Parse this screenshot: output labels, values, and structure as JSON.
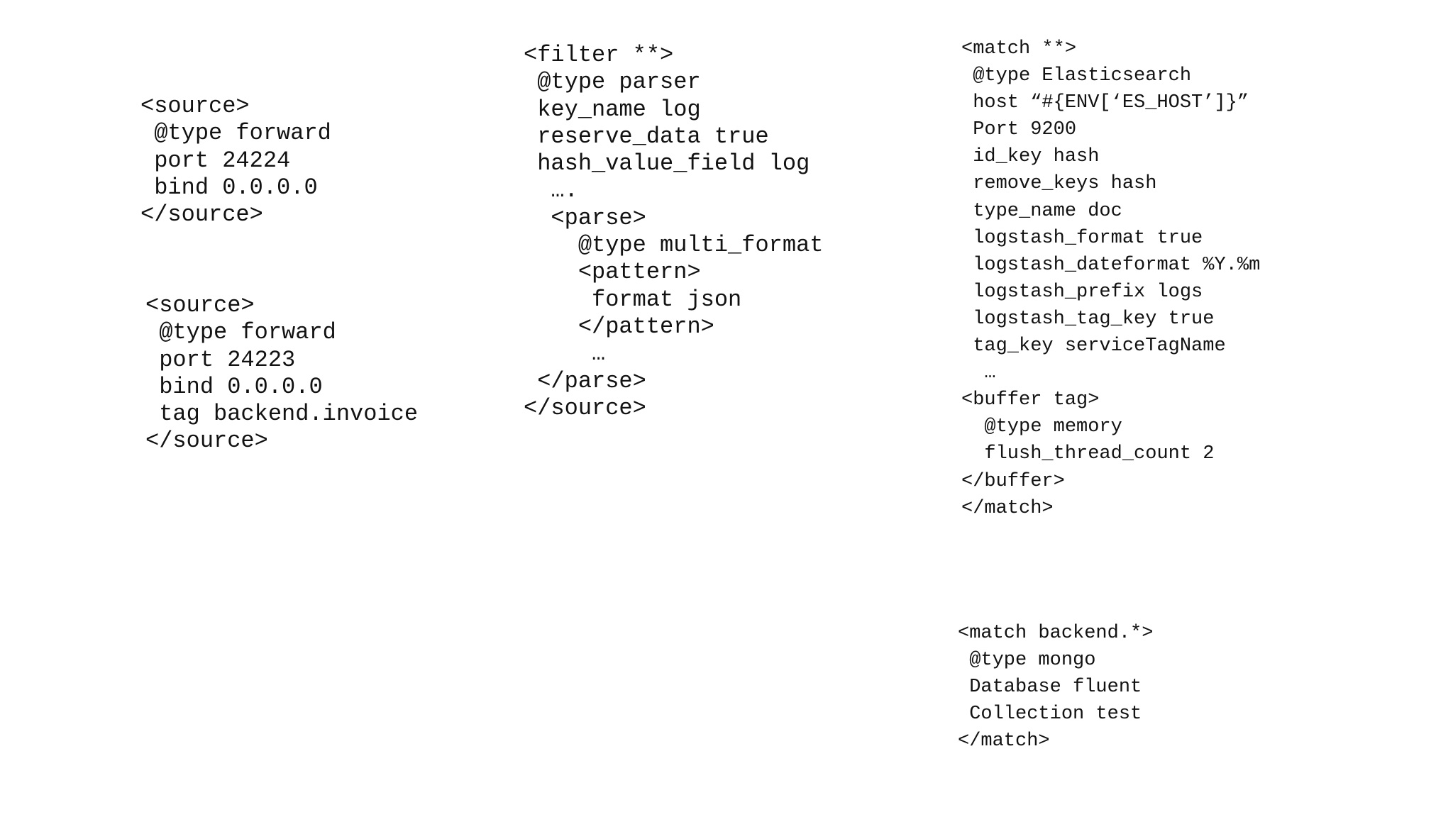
{
  "page": {
    "description": "Fluentd configuration slide",
    "background_color": "#ffffff",
    "text_color": "#121212"
  },
  "code_blocks": {
    "source_1": {
      "label": "fluentd source block (port 24224)",
      "text": "<source>\n @type forward\n port 24224\n bind 0.0.0.0\n</source>"
    },
    "source_2": {
      "label": "fluentd source block (port 24223, backend.invoice)",
      "text": "<source>\n @type forward\n port 24223\n bind 0.0.0.0\n tag backend.invoice\n</source>"
    },
    "filter": {
      "label": "fluentd filter block (parser, multi_format)",
      "text": "<filter **>\n @type parser\n key_name log\n reserve_data true\n hash_value_field log\n  ….\n  <parse>\n    @type multi_format\n    <pattern>\n     format json\n    </pattern>\n     …\n </parse>\n</source>"
    },
    "match_elasticsearch": {
      "label": "fluentd match block (elasticsearch output with memory buffer)",
      "text": "<match **>\n @type Elasticsearch\n host “#{ENV[‘ES_HOST’]}”\n Port 9200\n id_key hash\n remove_keys hash\n type_name doc\n logstash_format true\n logstash_dateformat %Y.%m\n logstash_prefix logs\n logstash_tag_key true\n tag_key serviceTagName\n  …\n<buffer tag>\n  @type memory\n  flush_thread_count 2\n</buffer>\n</match>"
    },
    "match_mongo": {
      "label": "fluentd match block (mongo output for backend.*)",
      "text": "<match backend.*>\n @type mongo\n Database fluent\n Collection test\n</match>"
    }
  }
}
